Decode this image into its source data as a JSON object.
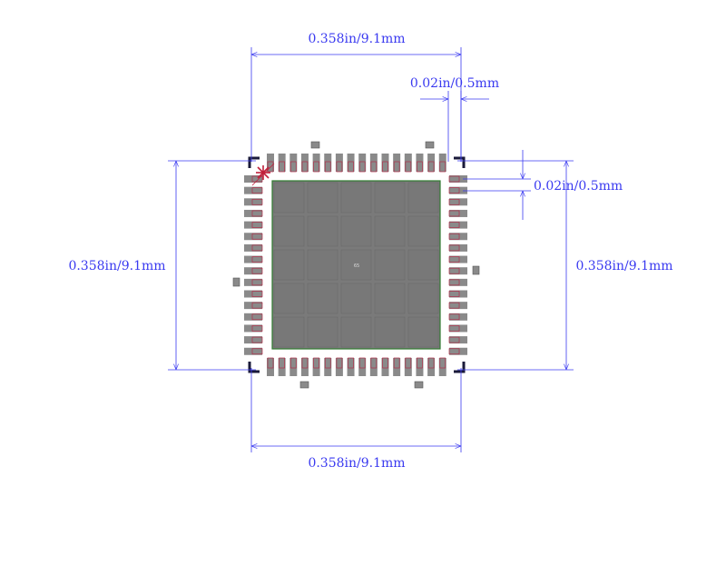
{
  "dimensions": {
    "top_width": "0.358in/9.1mm",
    "pitch_top": "0.02in/0.5mm",
    "pitch_right": "0.02in/0.5mm",
    "left_height": "0.358in/9.1mm",
    "right_height": "0.358in/9.1mm",
    "bottom_width": "0.358in/9.1mm"
  },
  "package": {
    "pins_per_side": 16,
    "thermal_pad_grid": [
      5,
      5
    ],
    "center_label": "65"
  },
  "colors": {
    "dimension": "#3a3af0",
    "pad_fill": "#8a8a8a",
    "pad_outline": "#b0304a",
    "thermal_pad": "#7a7a7a",
    "thermal_outline": "#2f7a2f",
    "courtyard": "#1a1a3a",
    "pin1_marker": "#c0203a"
  }
}
